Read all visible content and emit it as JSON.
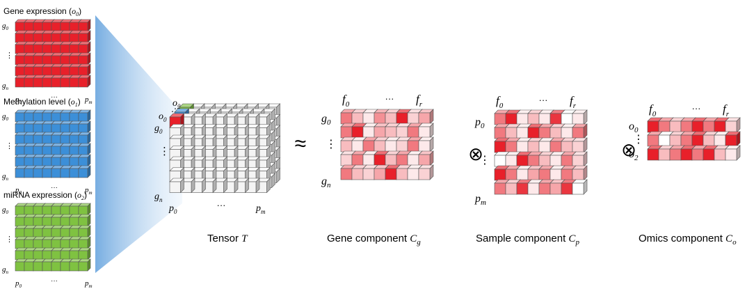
{
  "omics_panels": [
    {
      "title": "Gene expression (",
      "sym": "o",
      "sub": "0",
      "tail": ")",
      "color": "#e8202a",
      "rows": [
        "g0",
        "⋮",
        "gn"
      ],
      "cols": [
        "p0",
        "···",
        "pm"
      ]
    },
    {
      "title": "Methylation level (",
      "sym": "o",
      "sub": "1",
      "tail": ")",
      "color": "#3c8fd8",
      "rows": [
        "g0",
        "⋮",
        "gn"
      ],
      "cols": [
        "p0",
        "···",
        "pm"
      ]
    },
    {
      "title": "miRNA expression (",
      "sym": "o",
      "sub": "2",
      "tail": ")",
      "color": "#7fc241",
      "rows": [
        "g0",
        "⋮",
        "gn"
      ],
      "cols": [
        "p0",
        "···",
        "pm"
      ]
    }
  ],
  "tensor": {
    "caption": "Tensor ",
    "caption_sym": "T",
    "labels": {
      "o2": "o",
      "o2_sub": "2",
      "o0": "o",
      "o0_sub": "0",
      "g0": "g",
      "g0_sub": "0",
      "gn": "g",
      "gn_sub": "n",
      "p0": "p",
      "p0_sub": "0",
      "pm": "p",
      "pm_sub": "m",
      "vdots": "⋮",
      "hdots": "···",
      "ddots": "⋰"
    },
    "colors": {
      "o0": "#e8202a",
      "o1": "#3c8fd8",
      "o2": "#7fc241",
      "empty": "#f4f4f4"
    }
  },
  "operators": {
    "approx": "≈",
    "otimes1": "⊗",
    "otimes2": "⊗"
  },
  "components": [
    {
      "caption": "Gene component ",
      "caption_sym": "C",
      "caption_sub": "g",
      "col_labels": [
        "f",
        "0",
        "···",
        "f",
        "r"
      ],
      "row_labels": [
        [
          "g",
          "0"
        ],
        [
          "⋮",
          ""
        ],
        [
          "g",
          "n"
        ]
      ],
      "intensity": [
        [
          0.6,
          0.3,
          0.1,
          0.5,
          0.3,
          1.0,
          0.2,
          0.4
        ],
        [
          0.6,
          1.0,
          0.1,
          0.4,
          0.3,
          0.2,
          0.6,
          0.1
        ],
        [
          0.3,
          0.1,
          0.6,
          0.3,
          0.1,
          0.2,
          0.6,
          0.1
        ],
        [
          0.2,
          0.6,
          0.1,
          1.0,
          0.3,
          0.6,
          0.1,
          0.4
        ],
        [
          0.6,
          0.3,
          0.2,
          0.4,
          1.0,
          0.3,
          0.1,
          0.2
        ]
      ]
    },
    {
      "caption": "Sample component ",
      "caption_sym": "C",
      "caption_sub": "p",
      "col_labels": [
        "f",
        "0",
        "···",
        "f",
        "r"
      ],
      "row_labels": [
        [
          "p",
          "0"
        ],
        [
          "⋮",
          ""
        ],
        [
          "p",
          "m"
        ]
      ],
      "intensity": [
        [
          0.6,
          1.0,
          0.1,
          0.3,
          0.1,
          0.9,
          0.0,
          0.1
        ],
        [
          0.6,
          0.3,
          0.1,
          1.0,
          0.6,
          0.3,
          0.1,
          0.6
        ],
        [
          1.0,
          0.6,
          0.1,
          0.3,
          0.1,
          0.6,
          0.3,
          0.2
        ],
        [
          0.0,
          0.1,
          1.0,
          0.6,
          0.3,
          0.1,
          0.6,
          0.2
        ],
        [
          1.0,
          0.6,
          0.1,
          0.4,
          0.6,
          0.1,
          0.6,
          0.3
        ],
        [
          0.6,
          0.3,
          0.9,
          0.1,
          0.6,
          0.4,
          0.9,
          0.0
        ]
      ]
    },
    {
      "caption": "Omics component ",
      "caption_sym": "C",
      "caption_sub": "o",
      "col_labels": [
        "f",
        "0",
        "···",
        "f",
        "r"
      ],
      "row_labels": [
        [
          "o",
          "0"
        ],
        [
          "⋮",
          ""
        ],
        [
          "o",
          "2"
        ]
      ],
      "intensity": [
        [
          1.0,
          0.6,
          0.3,
          0.6,
          1.0,
          0.6,
          1.0,
          0.2
        ],
        [
          0.6,
          0.0,
          0.3,
          0.6,
          1.0,
          0.3,
          0.1,
          1.0
        ],
        [
          1.0,
          0.3,
          0.6,
          1.0,
          0.6,
          1.0,
          0.3,
          0.1
        ]
      ]
    }
  ]
}
